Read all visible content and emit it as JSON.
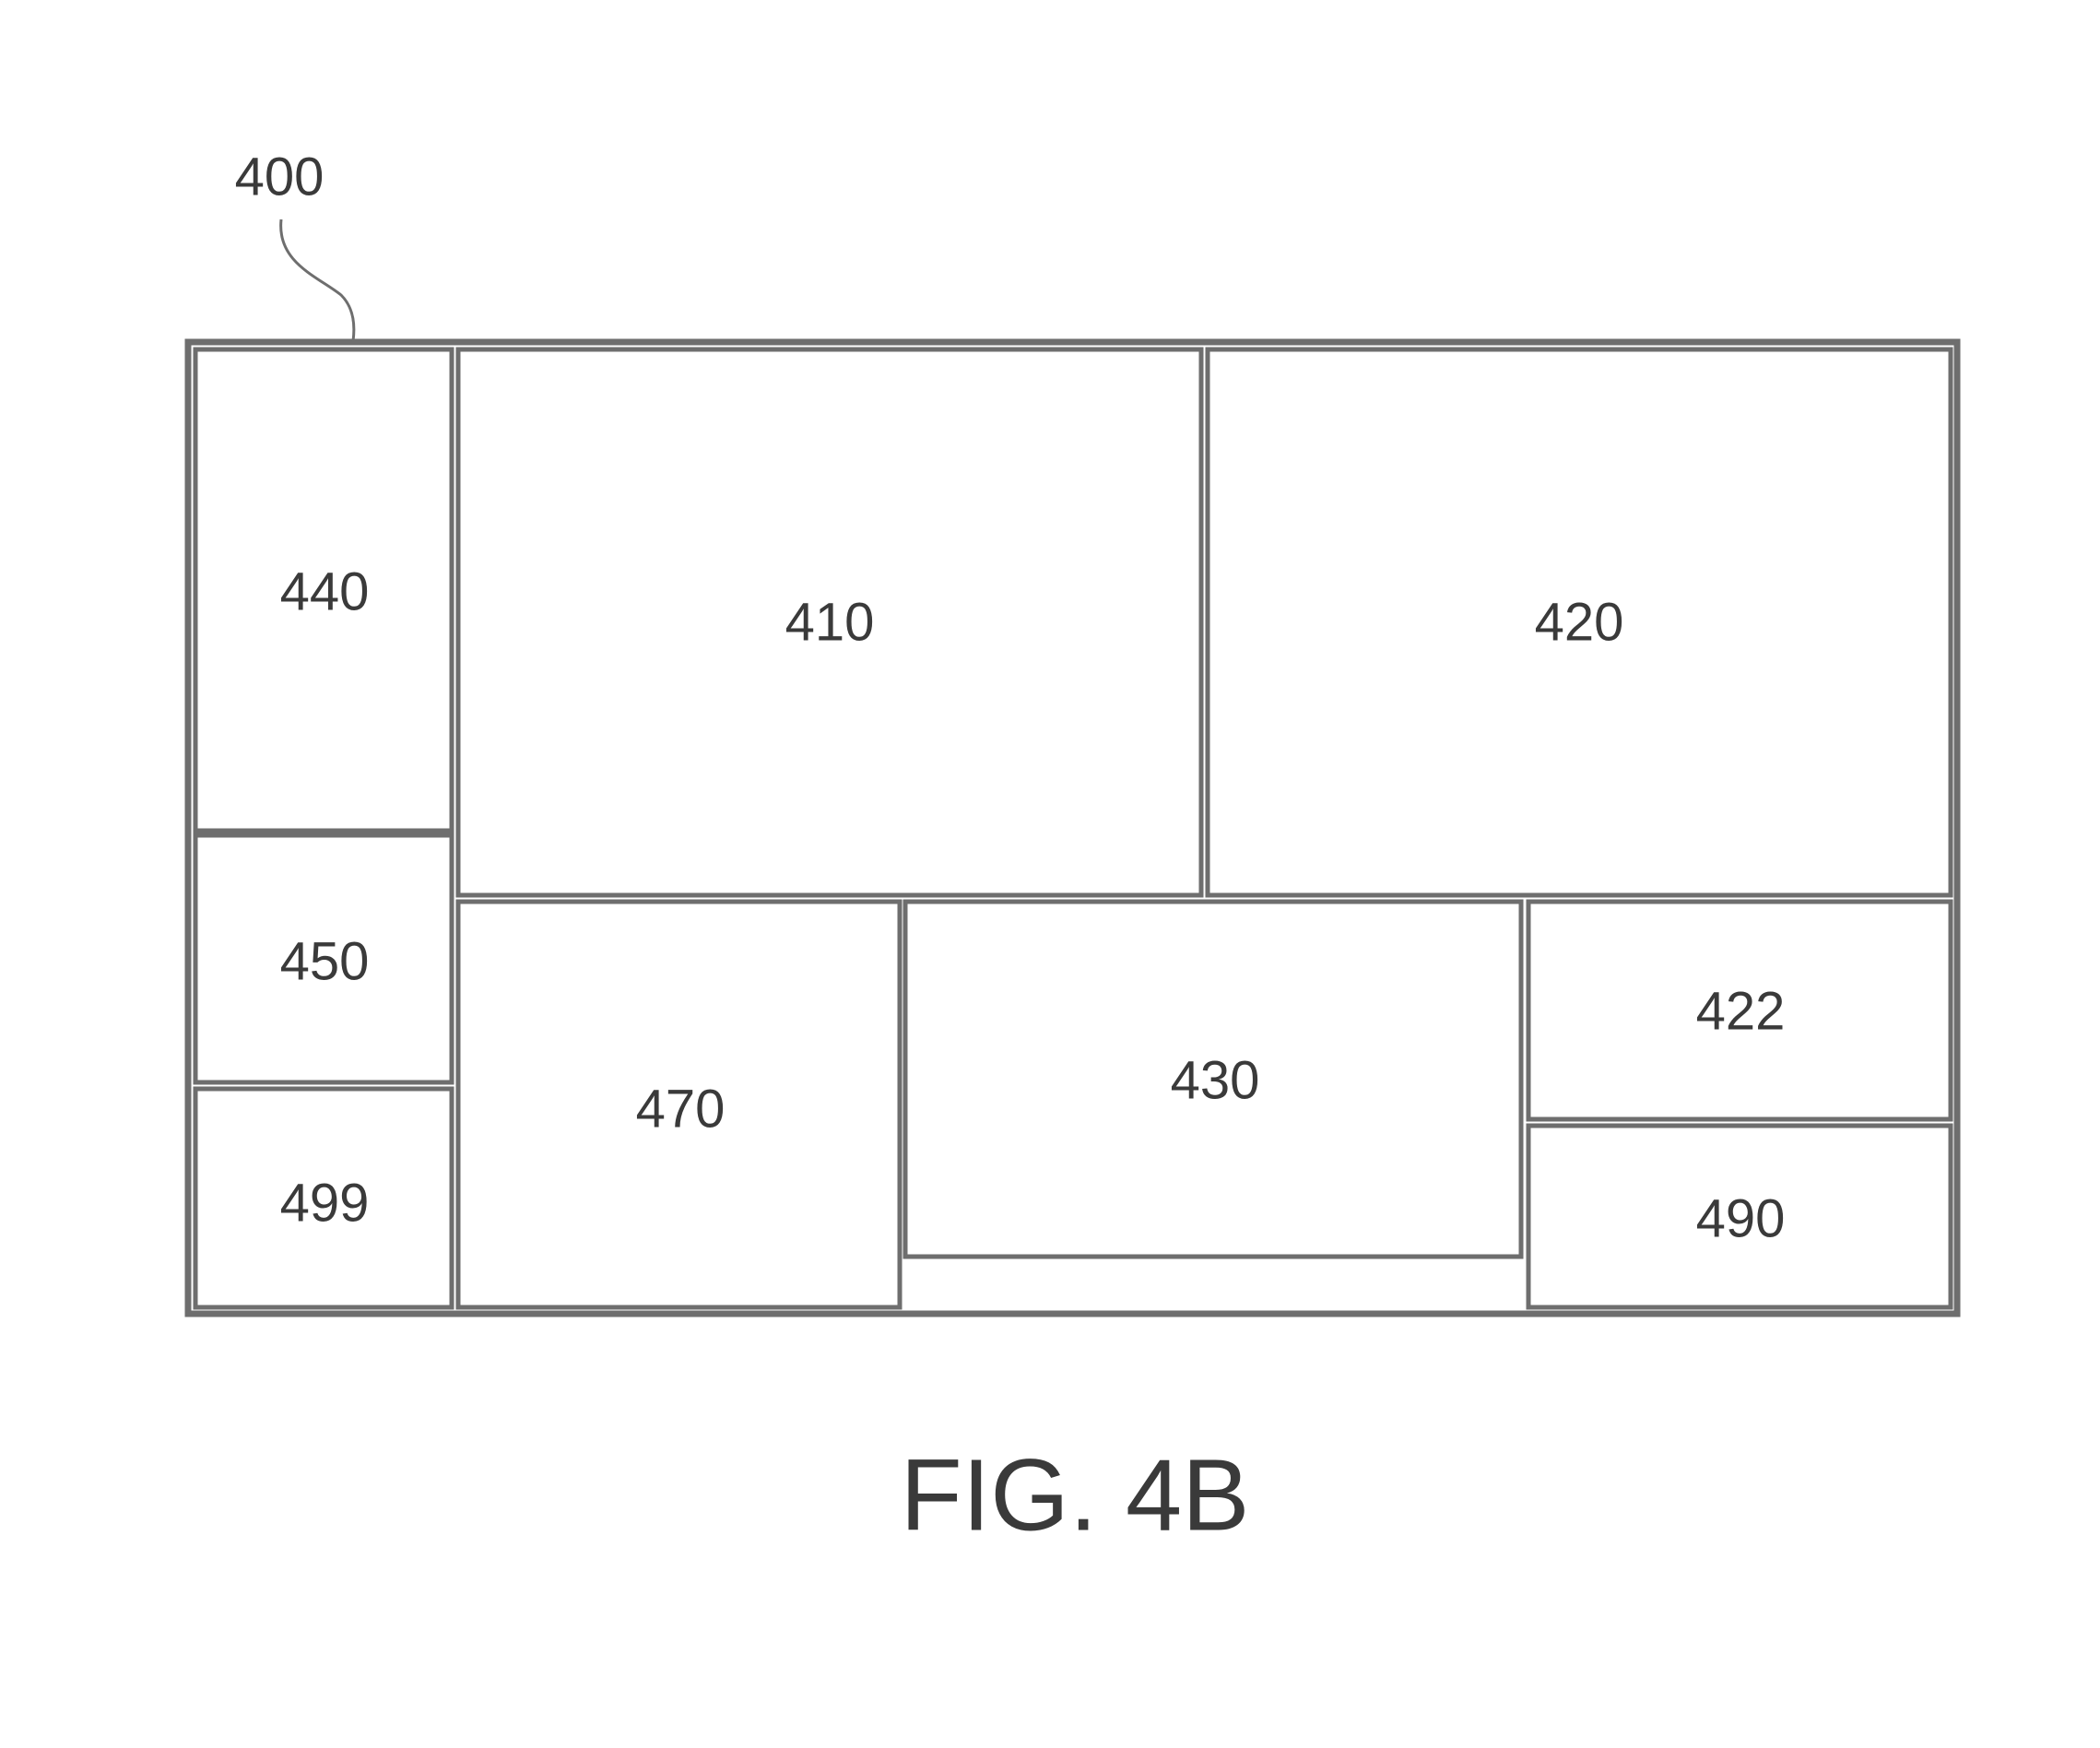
{
  "figure": {
    "reference_label": "400",
    "caption": "FIG. 4B",
    "regions": {
      "r440": "440",
      "r410": "410",
      "r420": "420",
      "r450": "450",
      "r499": "499",
      "r470": "470",
      "r430": "430",
      "r422": "422",
      "r490": "490"
    }
  }
}
